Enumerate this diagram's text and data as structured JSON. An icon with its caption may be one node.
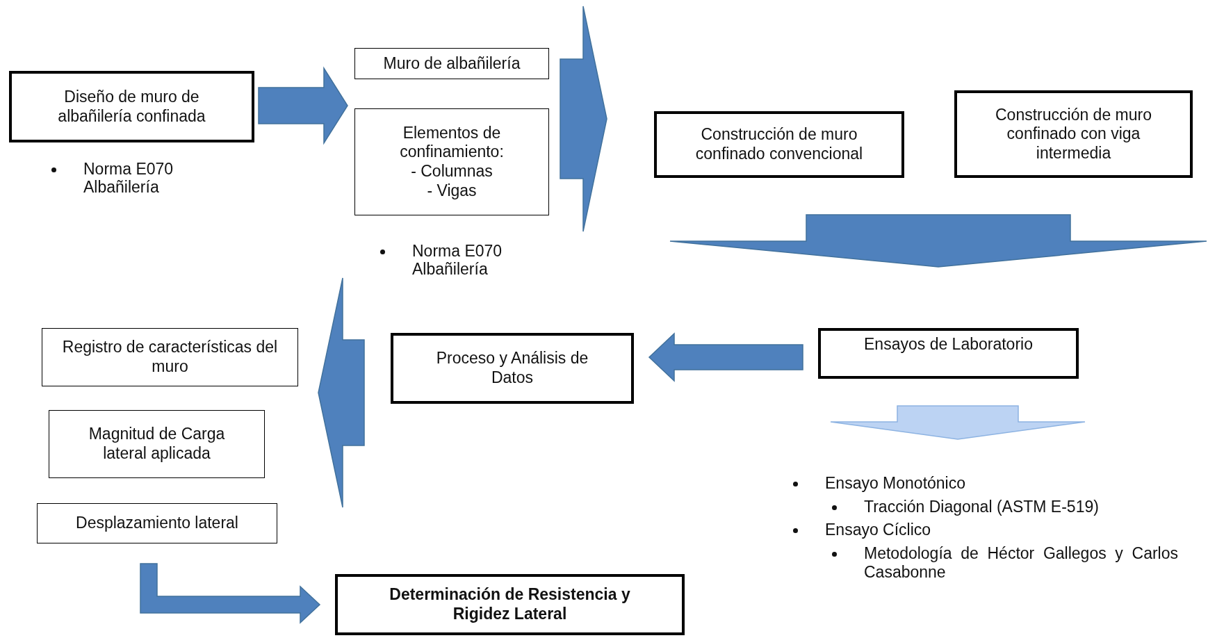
{
  "diagram": {
    "nodes": [
      {
        "text": [
          "Diseño de muro de albañilería confinada"
        ],
        "beside": [
          "Norma E070 Albañilería"
        ]
      },
      {
        "text": [
          "Muro de albañilería"
        ]
      },
      {
        "text": [
          "Elementos de confinamiento:",
          "- Columnas",
          "- Vigas"
        ],
        "beside": [
          "Norma E070 Albañilería"
        ]
      },
      {
        "text": [
          "Construcción de muro confinado convencional"
        ]
      },
      {
        "text": [
          "Construcción de muro confinado con viga intermedia"
        ]
      },
      {
        "text": [
          "Ensayos de Laboratorio"
        ]
      },
      {
        "text": [
          "Proceso y Análisis de Datos"
        ]
      },
      {
        "text": [
          "Registro de características del muro"
        ]
      },
      {
        "text": [
          "Magnitud de Carga lateral aplicada"
        ]
      },
      {
        "text": [
          "Desplazamiento lateral"
        ]
      },
      {
        "text": [
          "Determinación de Resistencia y Rigidez Lateral"
        ]
      },
      {
        "text": [
          "Ensayo Monotónico",
          "Tracción Diagonal (ASTM E-519)",
          "Ensayo Cíclico",
          "Metodología de Héctor Gallegos y Carlos Casabonne"
        ]
      }
    ],
    "edges": [
      {
        "from": 0,
        "to": 1,
        "arrow": "to"
      },
      {
        "from": 0,
        "to": 2,
        "arrow": "to"
      },
      {
        "from": 1,
        "to": 3,
        "arrow": "to"
      },
      {
        "from": 2,
        "to": 3,
        "arrow": "to"
      },
      {
        "from": 3,
        "to": 5,
        "arrow": "to"
      },
      {
        "from": 4,
        "to": 5,
        "arrow": "to"
      },
      {
        "from": 5,
        "to": 6,
        "arrow": "to"
      },
      {
        "from": 6,
        "to": 7,
        "arrow": "to"
      },
      {
        "from": 6,
        "to": 8,
        "arrow": "to"
      },
      {
        "from": 6,
        "to": 9,
        "arrow": "to"
      },
      {
        "from": 9,
        "to": 10,
        "arrow": "to"
      },
      {
        "from": 5,
        "to": 11,
        "arrow": "to",
        "color": "#bcd3f3"
      }
    ]
  }
}
